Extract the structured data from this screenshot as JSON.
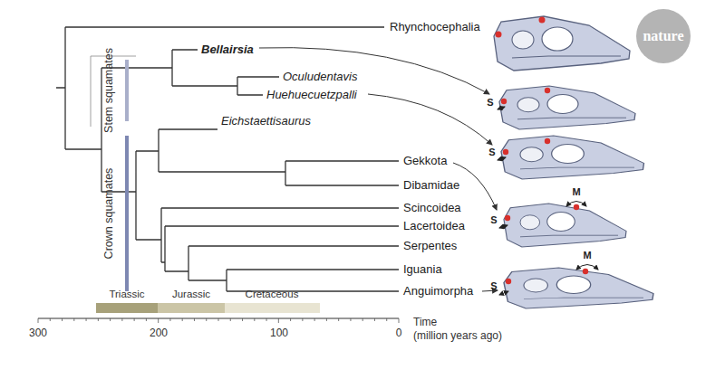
{
  "diagram": {
    "nodes": [
      {
        "text": [
          "nature"
        ]
      }
    ],
    "labels": [
      "Rhynchocephalia",
      "Bellairsia",
      "Oculudentavis",
      "Huehuecuetzpalli",
      "Eichstaettisaurus",
      "Gekkota",
      "Dibamidae",
      "Scincoidea",
      "Lacertoidea",
      "Serpentes",
      "Iguania",
      "Anguimorpha",
      "Stem squamates",
      "Crown squamates",
      "Triassic",
      "Jurassic",
      "Cretaceous",
      "300",
      "200",
      "100",
      "0",
      "Time",
      "(million years ago)",
      "S",
      "S",
      "S",
      "S",
      "M",
      "M"
    ]
  }
}
